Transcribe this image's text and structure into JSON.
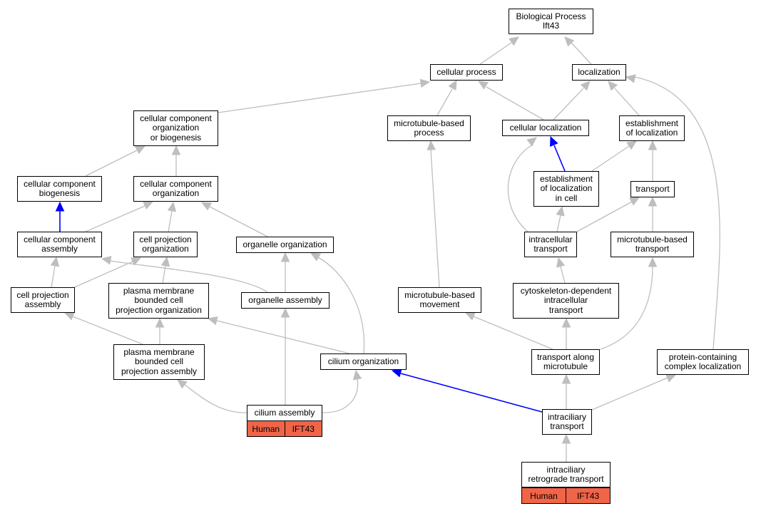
{
  "colors": {
    "is_a_edge": "#bebebe",
    "part_of_edge": "#0000ff",
    "annotation_fill": "#f06448"
  },
  "nodes": {
    "bp_root": "Biological Process\nIft43",
    "cellular_process": "cellular process",
    "localization": "localization",
    "ccob": "cellular component\norganization\nor biogenesis",
    "mt_process": "microtubule-based\nprocess",
    "cell_localization": "cellular localization",
    "est_localization": "establishment\nof localization",
    "cc_biogenesis": "cellular component\nbiogenesis",
    "cc_organization": "cellular component\norganization",
    "est_loc_cell": "establishment\nof localization\nin cell",
    "transport": "transport",
    "cc_assembly": "cellular component\nassembly",
    "cp_organization": "cell projection\norganization",
    "organelle_org": "organelle organization",
    "intracellular_transport": "intracellular\ntransport",
    "mt_transport": "microtubule-based\ntransport",
    "cp_assembly": "cell projection\nassembly",
    "pm_org": "plasma membrane\nbounded cell\nprojection organization",
    "organelle_assembly": "organelle assembly",
    "mt_movement": "microtubule-based\nmovement",
    "cyto_transport": "cytoskeleton-dependent\nintracellular\ntransport",
    "pm_assembly": "plasma membrane\nbounded cell\nprojection assembly",
    "cilium_org": "cilium organization",
    "transport_mt": "transport along\nmicrotubule",
    "protein_complex_loc": "protein-containing\ncomplex localization",
    "cilium_assembly": "cilium assembly",
    "intraciliary_transport": "intraciliary\ntransport",
    "retrograde": "intraciliary\nretrograde transport"
  },
  "annotations": {
    "cilium_assembly": {
      "species": "Human",
      "gene": "IFT43"
    },
    "retrograde": {
      "species": "Human",
      "gene": "IFT43"
    }
  }
}
